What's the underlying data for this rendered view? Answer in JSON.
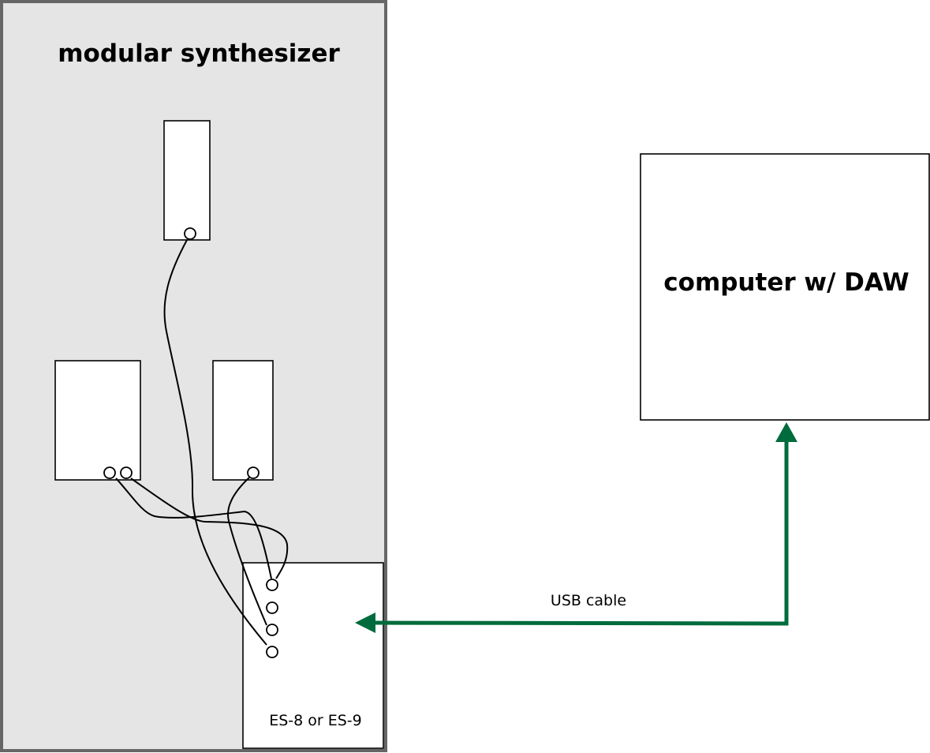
{
  "synth": {
    "title": "modular synthesizer",
    "interface_label": "ES-8 or ES-9"
  },
  "computer": {
    "title": "computer w/ DAW"
  },
  "connection": {
    "label": "USB cable"
  },
  "colors": {
    "synth_fill": "#e5e5e5",
    "synth_border": "#666666",
    "usb_cable": "#006b3c"
  }
}
